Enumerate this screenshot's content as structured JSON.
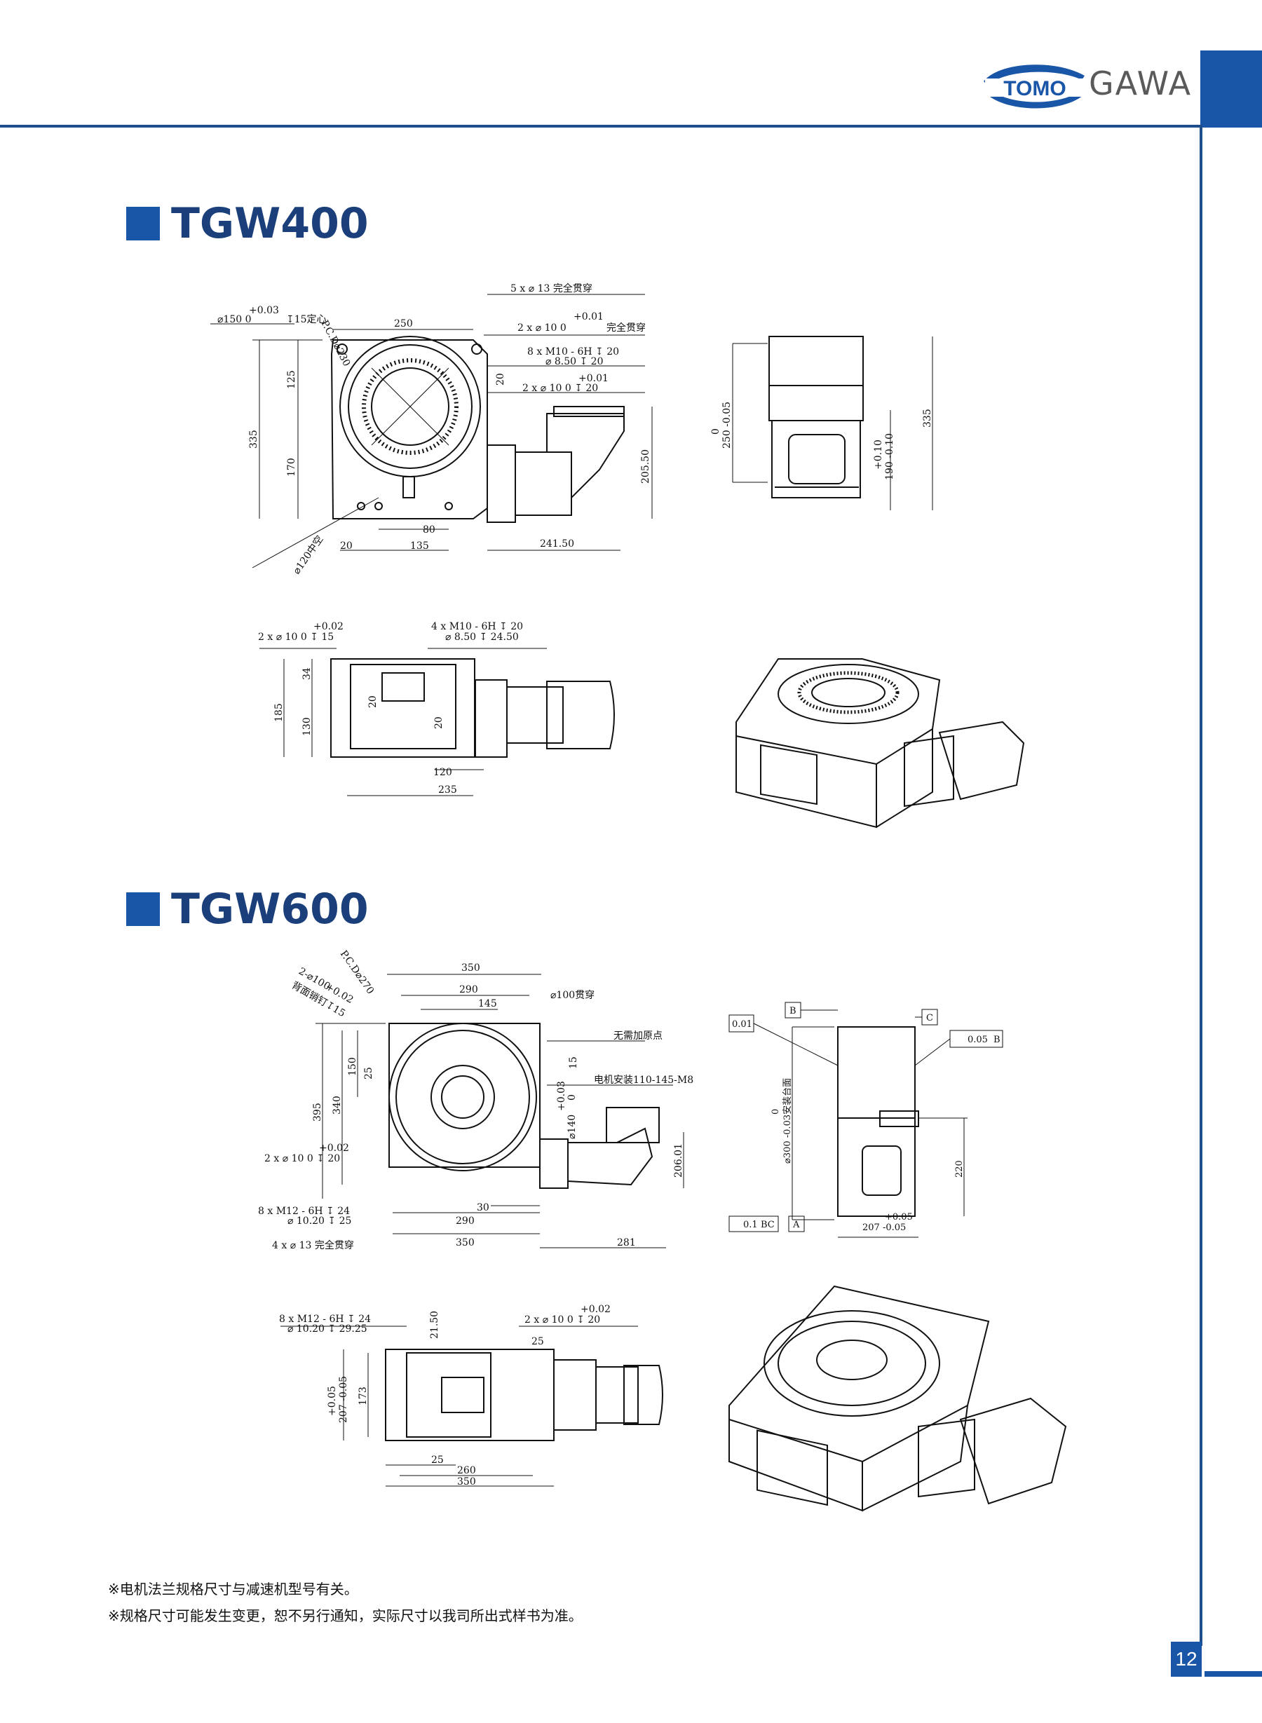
{
  "brand": {
    "logo_mark": "TOMO",
    "logo_text": "GAWA",
    "primary_color": "#1a56a8"
  },
  "sections": {
    "tgw400": {
      "title": "TGW400"
    },
    "tgw600": {
      "title": "TGW600"
    }
  },
  "tgw400_top": {
    "pcd": "P.C.D⌀230",
    "bore_tol": "+0.03",
    "bore": "⌀150  0",
    "bore_depth": "↧15定心",
    "width_250": "250",
    "holes_through": "5 x ⌀ 13 完全贯穿",
    "pin_tol_a": "+0.01",
    "pin_a": "2 x ⌀ 10  0",
    "pin_a_note": "完全贯穿",
    "thread_a": "8 x  M10 - 6H ↧ 20",
    "thread_a2": "⌀ 8.50 ↧ 20",
    "pin_tol_b": "+0.01",
    "pin_b": "2 x ⌀ 10  0   ↧ 20",
    "dim_20": "20",
    "dim_125": "125",
    "dim_335": "335",
    "dim_170": "170",
    "dim_205": "205.50",
    "dim_80": "80",
    "dim_20b": "20",
    "dim_135": "135",
    "dim_241": "241.50",
    "through": "⌀120中空"
  },
  "tgw400_side": {
    "dim_335": "335",
    "tol_h": "0",
    "h_250": "250 -0.05",
    "tol_190a": "+0.10",
    "h_190": "190 -0.10"
  },
  "tgw400_front": {
    "pin_tol": "+0.02",
    "pin": "2 x ⌀ 10  0   ↧ 15",
    "thread": "4 x  M10 - 6H ↧ 20",
    "thread2": "⌀ 8.50 ↧ 24.50",
    "dim_34": "34",
    "dim_185": "185",
    "dim_130": "130",
    "dim_20a": "20",
    "dim_20b": "20",
    "dim_120": "120",
    "dim_235": "235"
  },
  "tgw600_top": {
    "pcd": "P.C.D⌀270",
    "pins_note_a": "2-⌀10  +0.02",
    "pins_note_b": "背面销钉↧15",
    "pins_note_zero": "0",
    "dim_350": "350",
    "dim_290": "290",
    "dim_145": "145",
    "bore": "⌀100贯穿",
    "origin_note": "无需加原点",
    "motor_note": "电机安装110-145-M8",
    "dim_150": "150",
    "dim_25": "25",
    "dim_395": "395",
    "dim_340": "340",
    "dim_15": "15",
    "tol_140a": "+0.03",
    "tol_140b": "0",
    "d_140": "⌀140",
    "dim_206": "206.01",
    "pin_tol": "+0.02",
    "pin": "2 x ⌀ 10  0   ↧ 20",
    "thread": "8 x  M12 - 6H ↧ 24",
    "thread2": "⌀ 10.20 ↧ 25",
    "holes": "4 x ⌀ 13 完全贯穿",
    "dim_30": "30",
    "dim_290b": "290",
    "dim_350b": "350",
    "dim_281": "281"
  },
  "tgw600_side": {
    "gdt_flat": "0.01",
    "datum_b": "B",
    "datum_c": "C",
    "gdt_par": "0.05",
    "gdt_par_ref": "B",
    "tol_zero": "0",
    "d_300": "⌀300 -0.03安装台面",
    "dim_220": "220",
    "gdt_perp": "0.1",
    "gdt_perp_ref": "BC",
    "datum_a": "A",
    "tol_207": "+0.05",
    "h_207": "207 -0.05"
  },
  "tgw600_front": {
    "thread": "8 x  M12 - 6H ↧ 24",
    "thread2": "⌀ 10.20 ↧ 29.25",
    "dim_21": "21.50",
    "pin_tol": "+0.02",
    "pin": "2 x ⌀ 10  0   ↧ 20",
    "dim_25a": "25",
    "tol_207": "+0.05",
    "h_207": "207 -0.05",
    "dim_173": "173",
    "dim_25": "25",
    "dim_260": "260",
    "dim_350": "350"
  },
  "notes": [
    "※电机法兰规格尺寸与减速机型号有关。",
    "※规格尺寸可能发生变更，恕不另行通知，实际尺寸以我司所出式样书为准。"
  ],
  "page_number": "12"
}
